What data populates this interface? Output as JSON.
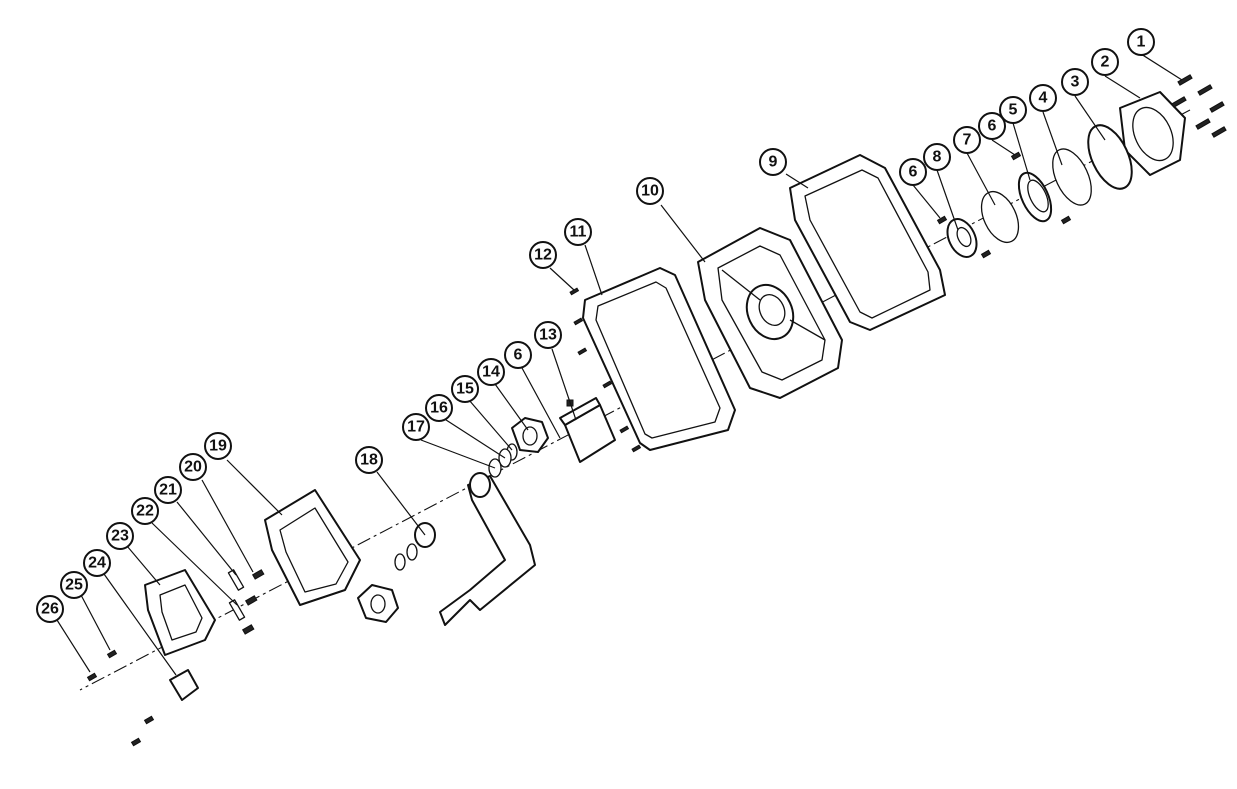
{
  "callouts": [
    "1",
    "2",
    "3",
    "4",
    "5",
    "6",
    "7",
    "8",
    "6",
    "9",
    "10",
    "11",
    "12",
    "13",
    "6",
    "14",
    "15",
    "16",
    "17",
    "18",
    "19",
    "20",
    "21",
    "22",
    "23",
    "24",
    "25",
    "26"
  ]
}
